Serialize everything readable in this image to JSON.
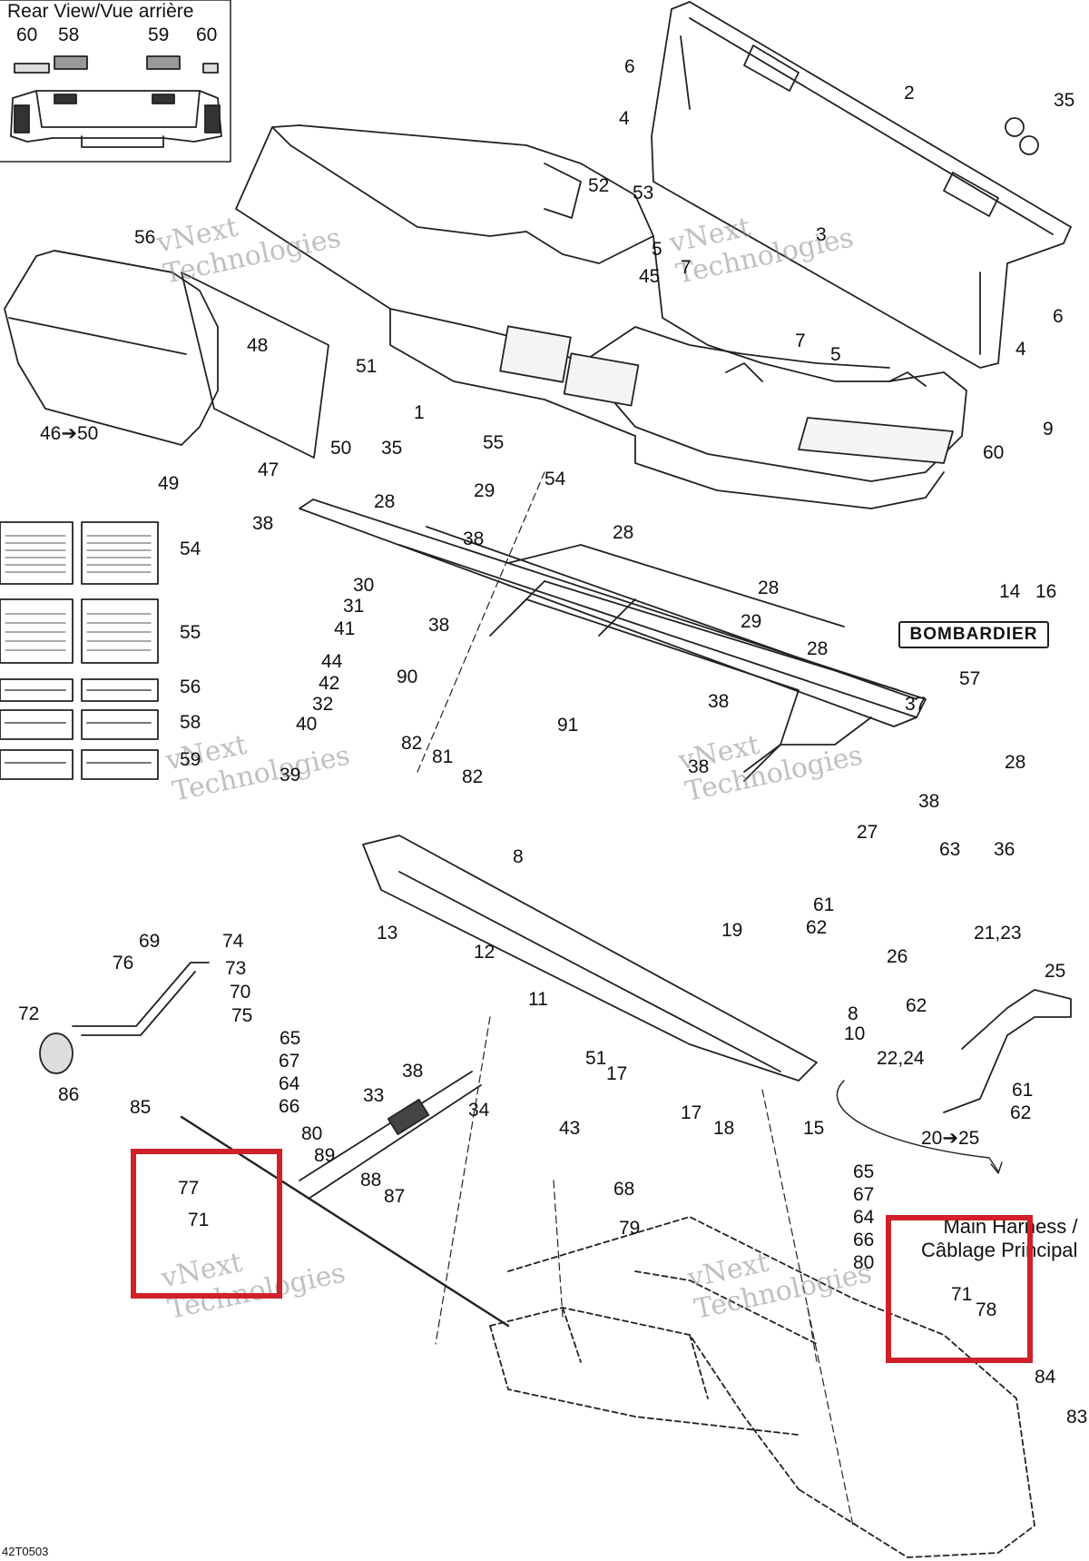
{
  "inset": {
    "title": "Rear View/Vue arrière"
  },
  "harness_label": {
    "line1": "Main Harness /",
    "line2": "Câblage Principal"
  },
  "brand_decal": "BOMBARDIER",
  "drawing_code": "42T0503",
  "watermark": {
    "line1": "vNext",
    "line2": "Technologies",
    "small": "vNext Technologies"
  },
  "callouts": [
    {
      "id": "c60a",
      "text": "60"
    },
    {
      "id": "c58a",
      "text": "58"
    },
    {
      "id": "c59a",
      "text": "59"
    },
    {
      "id": "c60b",
      "text": "60"
    },
    {
      "id": "c6a",
      "text": "6"
    },
    {
      "id": "c2",
      "text": "2"
    },
    {
      "id": "c35a",
      "text": "35"
    },
    {
      "id": "c4a",
      "text": "4"
    },
    {
      "id": "c52",
      "text": "52"
    },
    {
      "id": "c53",
      "text": "53"
    },
    {
      "id": "c56a",
      "text": "56"
    },
    {
      "id": "c3",
      "text": "3"
    },
    {
      "id": "c5a",
      "text": "5"
    },
    {
      "id": "c7a",
      "text": "7"
    },
    {
      "id": "c45",
      "text": "45"
    },
    {
      "id": "c6b",
      "text": "6"
    },
    {
      "id": "c7b",
      "text": "7"
    },
    {
      "id": "c5b",
      "text": "5"
    },
    {
      "id": "c4b",
      "text": "4"
    },
    {
      "id": "c48",
      "text": "48"
    },
    {
      "id": "c51a",
      "text": "51"
    },
    {
      "id": "c1",
      "text": "1"
    },
    {
      "id": "c9",
      "text": "9"
    },
    {
      "id": "c4650",
      "text": "46➔50"
    },
    {
      "id": "c50",
      "text": "50"
    },
    {
      "id": "c35b",
      "text": "35"
    },
    {
      "id": "c55a",
      "text": "55"
    },
    {
      "id": "c60c",
      "text": "60"
    },
    {
      "id": "c49",
      "text": "49"
    },
    {
      "id": "c47",
      "text": "47"
    },
    {
      "id": "c54a",
      "text": "54"
    },
    {
      "id": "c28a",
      "text": "28"
    },
    {
      "id": "c29a",
      "text": "29"
    },
    {
      "id": "c38a",
      "text": "38"
    },
    {
      "id": "c54b",
      "text": "54"
    },
    {
      "id": "c38b",
      "text": "38"
    },
    {
      "id": "c28b",
      "text": "28"
    },
    {
      "id": "c14",
      "text": "14"
    },
    {
      "id": "c16",
      "text": "16"
    },
    {
      "id": "c30",
      "text": "30"
    },
    {
      "id": "c28c",
      "text": "28"
    },
    {
      "id": "c31",
      "text": "31"
    },
    {
      "id": "c55b",
      "text": "55"
    },
    {
      "id": "c41",
      "text": "41"
    },
    {
      "id": "c38c",
      "text": "38"
    },
    {
      "id": "c29b",
      "text": "29"
    },
    {
      "id": "c28d",
      "text": "28"
    },
    {
      "id": "c44",
      "text": "44"
    },
    {
      "id": "c90",
      "text": "90"
    },
    {
      "id": "c56b",
      "text": "56"
    },
    {
      "id": "c42",
      "text": "42"
    },
    {
      "id": "c57",
      "text": "57"
    },
    {
      "id": "c32",
      "text": "32"
    },
    {
      "id": "c58b",
      "text": "58"
    },
    {
      "id": "c38d",
      "text": "38"
    },
    {
      "id": "c37",
      "text": "37"
    },
    {
      "id": "c40",
      "text": "40"
    },
    {
      "id": "c91",
      "text": "91"
    },
    {
      "id": "c82a",
      "text": "82"
    },
    {
      "id": "c59b",
      "text": "59"
    },
    {
      "id": "c81",
      "text": "81"
    },
    {
      "id": "c39",
      "text": "39"
    },
    {
      "id": "c82b",
      "text": "82"
    },
    {
      "id": "c38e",
      "text": "38"
    },
    {
      "id": "c28e",
      "text": "28"
    },
    {
      "id": "c38f",
      "text": "38"
    },
    {
      "id": "c27",
      "text": "27"
    },
    {
      "id": "c8a",
      "text": "8"
    },
    {
      "id": "c63",
      "text": "63"
    },
    {
      "id": "c36",
      "text": "36"
    },
    {
      "id": "c61a",
      "text": "61"
    },
    {
      "id": "c13",
      "text": "13"
    },
    {
      "id": "c19",
      "text": "19"
    },
    {
      "id": "c62a",
      "text": "62"
    },
    {
      "id": "c2123",
      "text": "21,23"
    },
    {
      "id": "c69",
      "text": "69"
    },
    {
      "id": "c74",
      "text": "74"
    },
    {
      "id": "c12",
      "text": "12"
    },
    {
      "id": "c26",
      "text": "26"
    },
    {
      "id": "c76",
      "text": "76"
    },
    {
      "id": "c73",
      "text": "73"
    },
    {
      "id": "c25",
      "text": "25"
    },
    {
      "id": "c70",
      "text": "70"
    },
    {
      "id": "c11",
      "text": "11"
    },
    {
      "id": "c72",
      "text": "72"
    },
    {
      "id": "c75",
      "text": "75"
    },
    {
      "id": "c62b",
      "text": "62"
    },
    {
      "id": "c8b",
      "text": "8"
    },
    {
      "id": "c65a",
      "text": "65"
    },
    {
      "id": "c10",
      "text": "10"
    },
    {
      "id": "c67a",
      "text": "67"
    },
    {
      "id": "c51b",
      "text": "51"
    },
    {
      "id": "c2224",
      "text": "22,24"
    },
    {
      "id": "c17a",
      "text": "17"
    },
    {
      "id": "c64a",
      "text": "64"
    },
    {
      "id": "c38g",
      "text": "38"
    },
    {
      "id": "c86",
      "text": "86"
    },
    {
      "id": "c85",
      "text": "85"
    },
    {
      "id": "c66a",
      "text": "66"
    },
    {
      "id": "c33",
      "text": "33"
    },
    {
      "id": "c61b",
      "text": "61"
    },
    {
      "id": "c34",
      "text": "34"
    },
    {
      "id": "c17b",
      "text": "17"
    },
    {
      "id": "c62c",
      "text": "62"
    },
    {
      "id": "c43",
      "text": "43"
    },
    {
      "id": "c18",
      "text": "18"
    },
    {
      "id": "c15",
      "text": "15"
    },
    {
      "id": "c80a",
      "text": "80"
    },
    {
      "id": "c2025",
      "text": "20➔25"
    },
    {
      "id": "c89",
      "text": "89"
    },
    {
      "id": "c77",
      "text": "77"
    },
    {
      "id": "c88",
      "text": "88"
    },
    {
      "id": "c65b",
      "text": "65"
    },
    {
      "id": "c68",
      "text": "68"
    },
    {
      "id": "c67b",
      "text": "67"
    },
    {
      "id": "c71a",
      "text": "71"
    },
    {
      "id": "c87",
      "text": "87"
    },
    {
      "id": "c79",
      "text": "79"
    },
    {
      "id": "c64b",
      "text": "64"
    },
    {
      "id": "c66b",
      "text": "66"
    },
    {
      "id": "c80b",
      "text": "80"
    },
    {
      "id": "c71b",
      "text": "71"
    },
    {
      "id": "c78",
      "text": "78"
    },
    {
      "id": "c84",
      "text": "84"
    },
    {
      "id": "c83",
      "text": "83"
    }
  ]
}
